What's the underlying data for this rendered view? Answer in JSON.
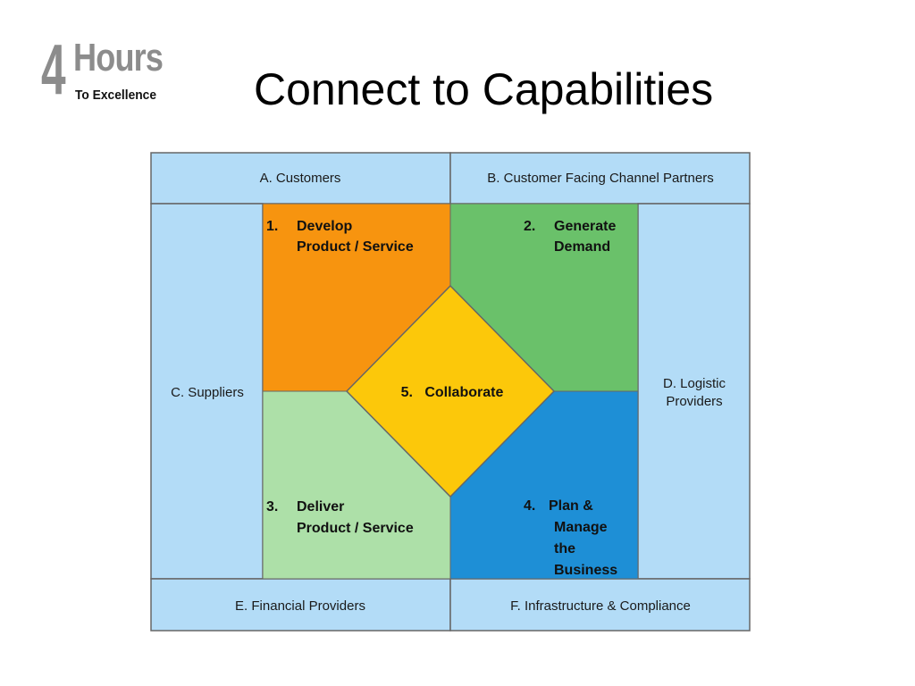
{
  "logo": {
    "digit": "4",
    "word": "Hours",
    "tagline": "To Excellence"
  },
  "title": "Connect to Capabilities",
  "diagram": {
    "partners": {
      "a": "A. Customers",
      "b": "B. Customer Facing Channel Partners",
      "c": "C. Suppliers",
      "d_line1": "D. Logistic",
      "d_line2": "Providers",
      "e": "E. Financial Providers",
      "f": "F. Infrastructure & Compliance"
    },
    "capabilities": {
      "one_num": "1.",
      "one_line1": "Develop",
      "one_line2": "Product / Service",
      "two_num": "2.",
      "two_line1": "Generate",
      "two_line2": "Demand",
      "three_num": "3.",
      "three_line1": "Deliver",
      "three_line2": "Product / Service",
      "four_num": "4.",
      "four_line1": "Plan &",
      "four_line2": "Manage",
      "four_line3": "the",
      "four_line4": "Business",
      "five": "5.   Collaborate"
    },
    "colors": {
      "partner_fill": "#b3dcf7",
      "develop": "#f7940f",
      "generate": "#6ac16a",
      "deliver": "#ade0a8",
      "plan": "#1e8fd6",
      "collaborate": "#fcc80a",
      "border": "#666666"
    }
  }
}
